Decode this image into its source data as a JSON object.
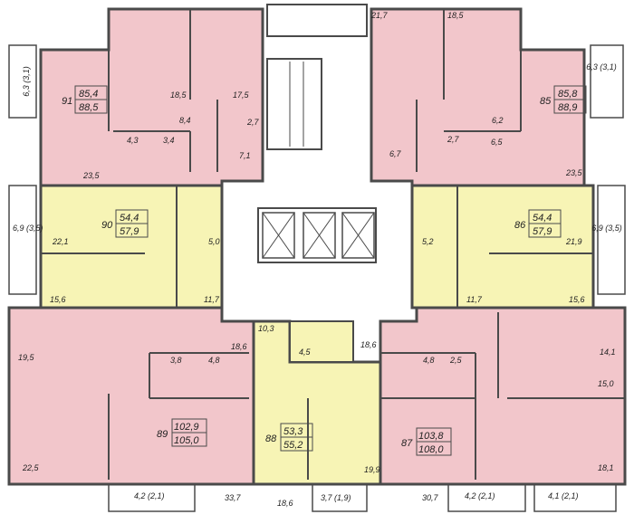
{
  "colors": {
    "pink": "#f2c6cb",
    "yellow": "#f7f4b5",
    "wall": "#4a4a4a",
    "white": "#ffffff",
    "fixture": "#f0f0f0"
  },
  "apartments": [
    {
      "id": "91",
      "num": "91",
      "total": "85,4",
      "full": "88,5"
    },
    {
      "id": "85",
      "num": "85",
      "total": "85,8",
      "full": "88,9"
    },
    {
      "id": "90",
      "num": "90",
      "total": "54,4",
      "full": "57,9"
    },
    {
      "id": "86",
      "num": "86",
      "total": "54,4",
      "full": "57,9"
    },
    {
      "id": "89",
      "num": "89",
      "total": "102,9",
      "full": "105,0"
    },
    {
      "id": "88",
      "num": "88",
      "total": "53,3",
      "full": "55,2"
    },
    {
      "id": "87",
      "num": "87",
      "total": "103,8",
      "full": "108,0"
    }
  ],
  "room_areas": [
    "17,5",
    "18,5",
    "8,4",
    "2,7",
    "4,3",
    "3,4",
    "7,1",
    "23,5",
    "21,7",
    "18,5",
    "6,2",
    "2,7",
    "6,5",
    "6,7",
    "23,5",
    "22,1",
    "5,0",
    "15,6",
    "11,7",
    "5,2",
    "21,9",
    "11,7",
    "15,6",
    "10,3",
    "4,5",
    "18,6",
    "18,6",
    "19,5",
    "3,8",
    "4,8",
    "22,5",
    "33,7",
    "4,8",
    "2,5",
    "14,1",
    "15,0",
    "30,7",
    "18,1",
    "19,9",
    "18,6"
  ],
  "balconies": [
    "6,3 (3,1)",
    "6,3 (3,1)",
    "6,9 (3,5)",
    "6,9 (3,5)",
    "4,2 (2,1)",
    "3,7 (1,9)",
    "4,2 (2,1)",
    "4,1 (2,1)"
  ]
}
